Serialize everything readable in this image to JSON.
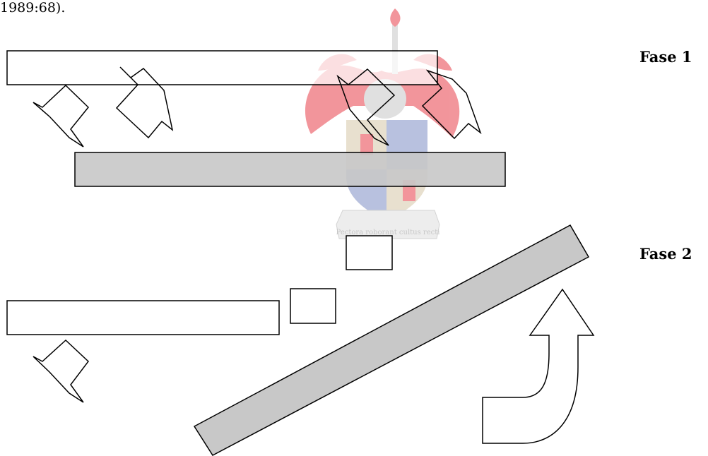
{
  "citation": "1989:68).",
  "phases": [
    {
      "label": "Fase 1"
    },
    {
      "label": "Fase 2"
    }
  ],
  "watermark": {
    "motto": "Pectora roborant cultus recti",
    "colors": {
      "red": "#e8404a",
      "blue": "#7f8fc6",
      "tan": "#d6c8a8",
      "gray": "#c8c8c8"
    }
  },
  "colors": {
    "bar_fill_light": "#ffffff",
    "bar_fill_dark": "#c8c8c8",
    "stroke": "#000000"
  }
}
